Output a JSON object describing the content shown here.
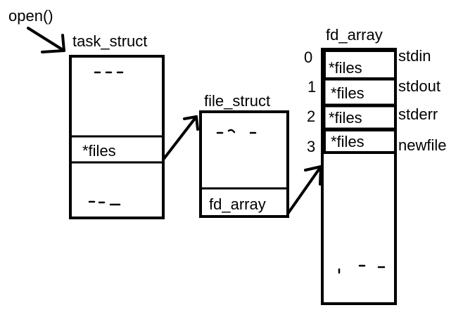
{
  "call_label": "open()",
  "task_struct": {
    "title": "task_struct",
    "top_ellipsis": "- - -",
    "field": "*files",
    "bottom_ellipsis": "- - _"
  },
  "file_struct": {
    "title": "file_struct",
    "top_ellipsis": "- ~ -",
    "field": "fd_array"
  },
  "fd_array": {
    "title": "fd_array",
    "entries": [
      {
        "index": "0",
        "value": "*files",
        "name": "stdin"
      },
      {
        "index": "1",
        "value": "*files",
        "name": "stdout"
      },
      {
        "index": "2",
        "value": "*files",
        "name": "stderr"
      },
      {
        "index": "3",
        "value": "*files",
        "name": "newfile"
      }
    ],
    "bottom_ellipsis": "_ - -"
  }
}
